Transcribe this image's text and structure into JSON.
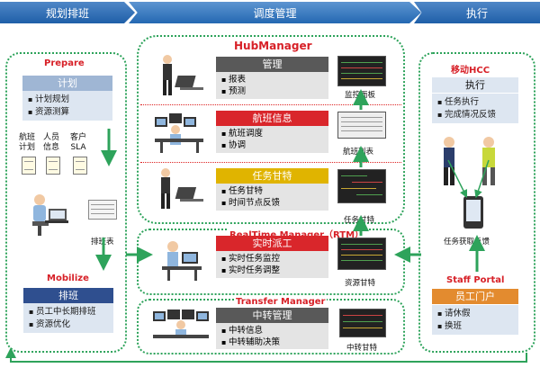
{
  "header": {
    "plan": "规划排班",
    "schedule": "调度管理",
    "execute": "执行"
  },
  "left": {
    "prepare_title": "Prepare",
    "plan_head": "计划",
    "plan_items": [
      "计划规划",
      "资源测算"
    ],
    "inputs": [
      "航班\n计划",
      "人员\n信息",
      "客户\nSLA"
    ],
    "roster_label": "排班表",
    "mobilize_title": "Mobilize",
    "shift_head": "排班",
    "shift_items": [
      "员工中长期排班",
      "资源优化"
    ]
  },
  "center": {
    "hub_title": "HubManager",
    "mgmt_head": "管理",
    "mgmt_items": [
      "报表",
      "预测"
    ],
    "monitor_label": "监控面板",
    "flight_head": "航班信息",
    "flight_items": [
      "航班调度",
      "协调"
    ],
    "flight_list_label": "航班列表",
    "task_head": "任务甘特",
    "task_items": [
      "任务甘特",
      "时间节点反馈"
    ],
    "task_gantt_label": "任务甘特",
    "rtm_title": "RealTime Manager（RTM）",
    "rt_head": "实时派工",
    "rt_items": [
      "实时任务监控",
      "实时任务调整"
    ],
    "resource_gantt_label": "资源甘特",
    "transfer_title": "Transfer Manager",
    "transit_head": "中转管理",
    "transit_items": [
      "中转信息",
      "中转辅助决策"
    ],
    "transit_gantt_label": "中转甘特"
  },
  "right": {
    "hcc_title": "移动HCC",
    "exec_head": "执行",
    "exec_items": [
      "任务执行",
      "完成情况反馈"
    ],
    "task_feedback_label": "任务获取反馈",
    "portal_title": "Staff Portal",
    "portal_head": "员工门户",
    "portal_items": [
      "请休假",
      "换班"
    ]
  },
  "colors": {
    "accent_green": "#2ea35b",
    "mgmt": "#595959",
    "flight": "#d9262b",
    "task": "#e0b400",
    "rt": "#d9262b",
    "transit": "#595959",
    "portal": "#e38b2f",
    "blue": "#2f4f8f"
  }
}
